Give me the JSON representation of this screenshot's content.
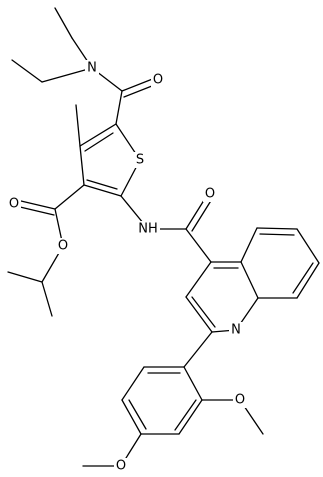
{
  "atom_labels": {
    "amide_N": "N",
    "amide_O_top": "O",
    "ester_O_carbonyl": "O",
    "ester_O_alkoxy": "O",
    "thiophene_S": "S",
    "amide_NH": "NH",
    "amide_O_quinoline": "O",
    "quinoline_N": "N",
    "methoxy_O_ortho": "O",
    "methoxy_O_para": "O"
  }
}
